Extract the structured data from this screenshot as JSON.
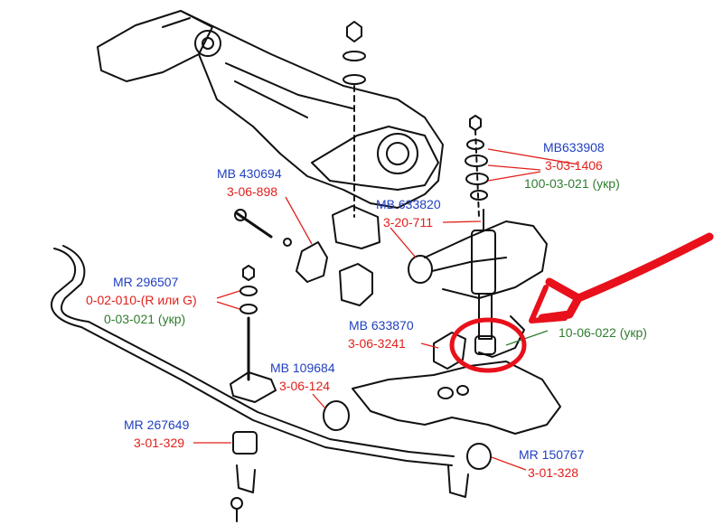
{
  "colors": {
    "part_number_blue": "#1f3fbf",
    "code_red": "#e0201b",
    "ukr_green": "#2f7d2f",
    "highlight_red": "#e8101a",
    "line_art": "#111111"
  },
  "labels": {
    "mb633908": "MB633908",
    "code_3_03_1406": "3-03-1406",
    "code_100_03_021": "100-03-021 (укр)",
    "mb430694": "MB 430694",
    "code_3_06_898": "3-06-898",
    "mb633820": "MB 633820",
    "code_3_20_711": "3-20-711",
    "mr296507": "MR 296507",
    "code_0_02_010": "0-02-010-(R или G)",
    "code_0_03_021": "0-03-021 (укр)",
    "mb633870": "MB 633870",
    "code_3_06_3241": "3-06-3241",
    "code_10_06_022": "10-06-022 (укр)",
    "mb109684": "MB 109684",
    "code_3_06_124": "3-06-124",
    "mr267649": "MR 267649",
    "code_3_01_329": "3-01-329",
    "mr150767": "MR 150767",
    "code_3_01_328": "3-01-328"
  }
}
